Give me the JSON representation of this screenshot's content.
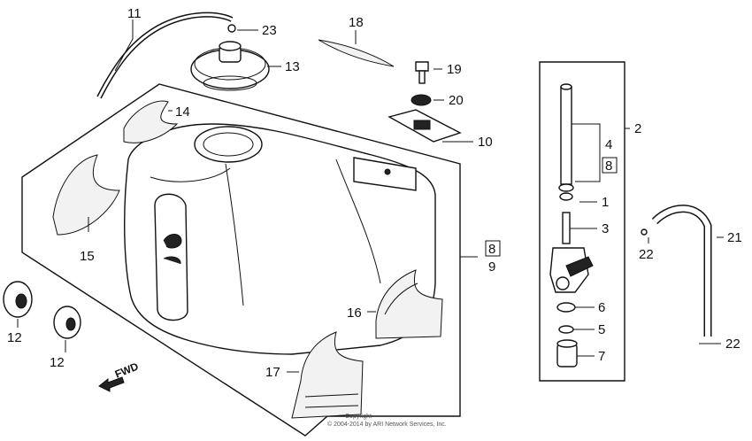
{
  "diagram": {
    "callouts": {
      "c11": "11",
      "c23": "23",
      "c18": "18",
      "c13": "13",
      "c19": "19",
      "c20": "20",
      "c14": "14",
      "c10": "10",
      "c2": "2",
      "c4": "4",
      "c8a": "8",
      "c1": "1",
      "c3": "3",
      "c21": "21",
      "c22a": "22",
      "c15": "15",
      "c8b": "8",
      "c9": "9",
      "c6": "6",
      "c5": "5",
      "c16": "16",
      "c22b": "22",
      "c7": "7",
      "c12a": "12",
      "c12b": "12",
      "c17": "17"
    },
    "fwd_label": "FWD",
    "copyright_line1": "Copyright",
    "copyright_line2": "© 2004-2014 by ARI Network Services, Inc."
  }
}
